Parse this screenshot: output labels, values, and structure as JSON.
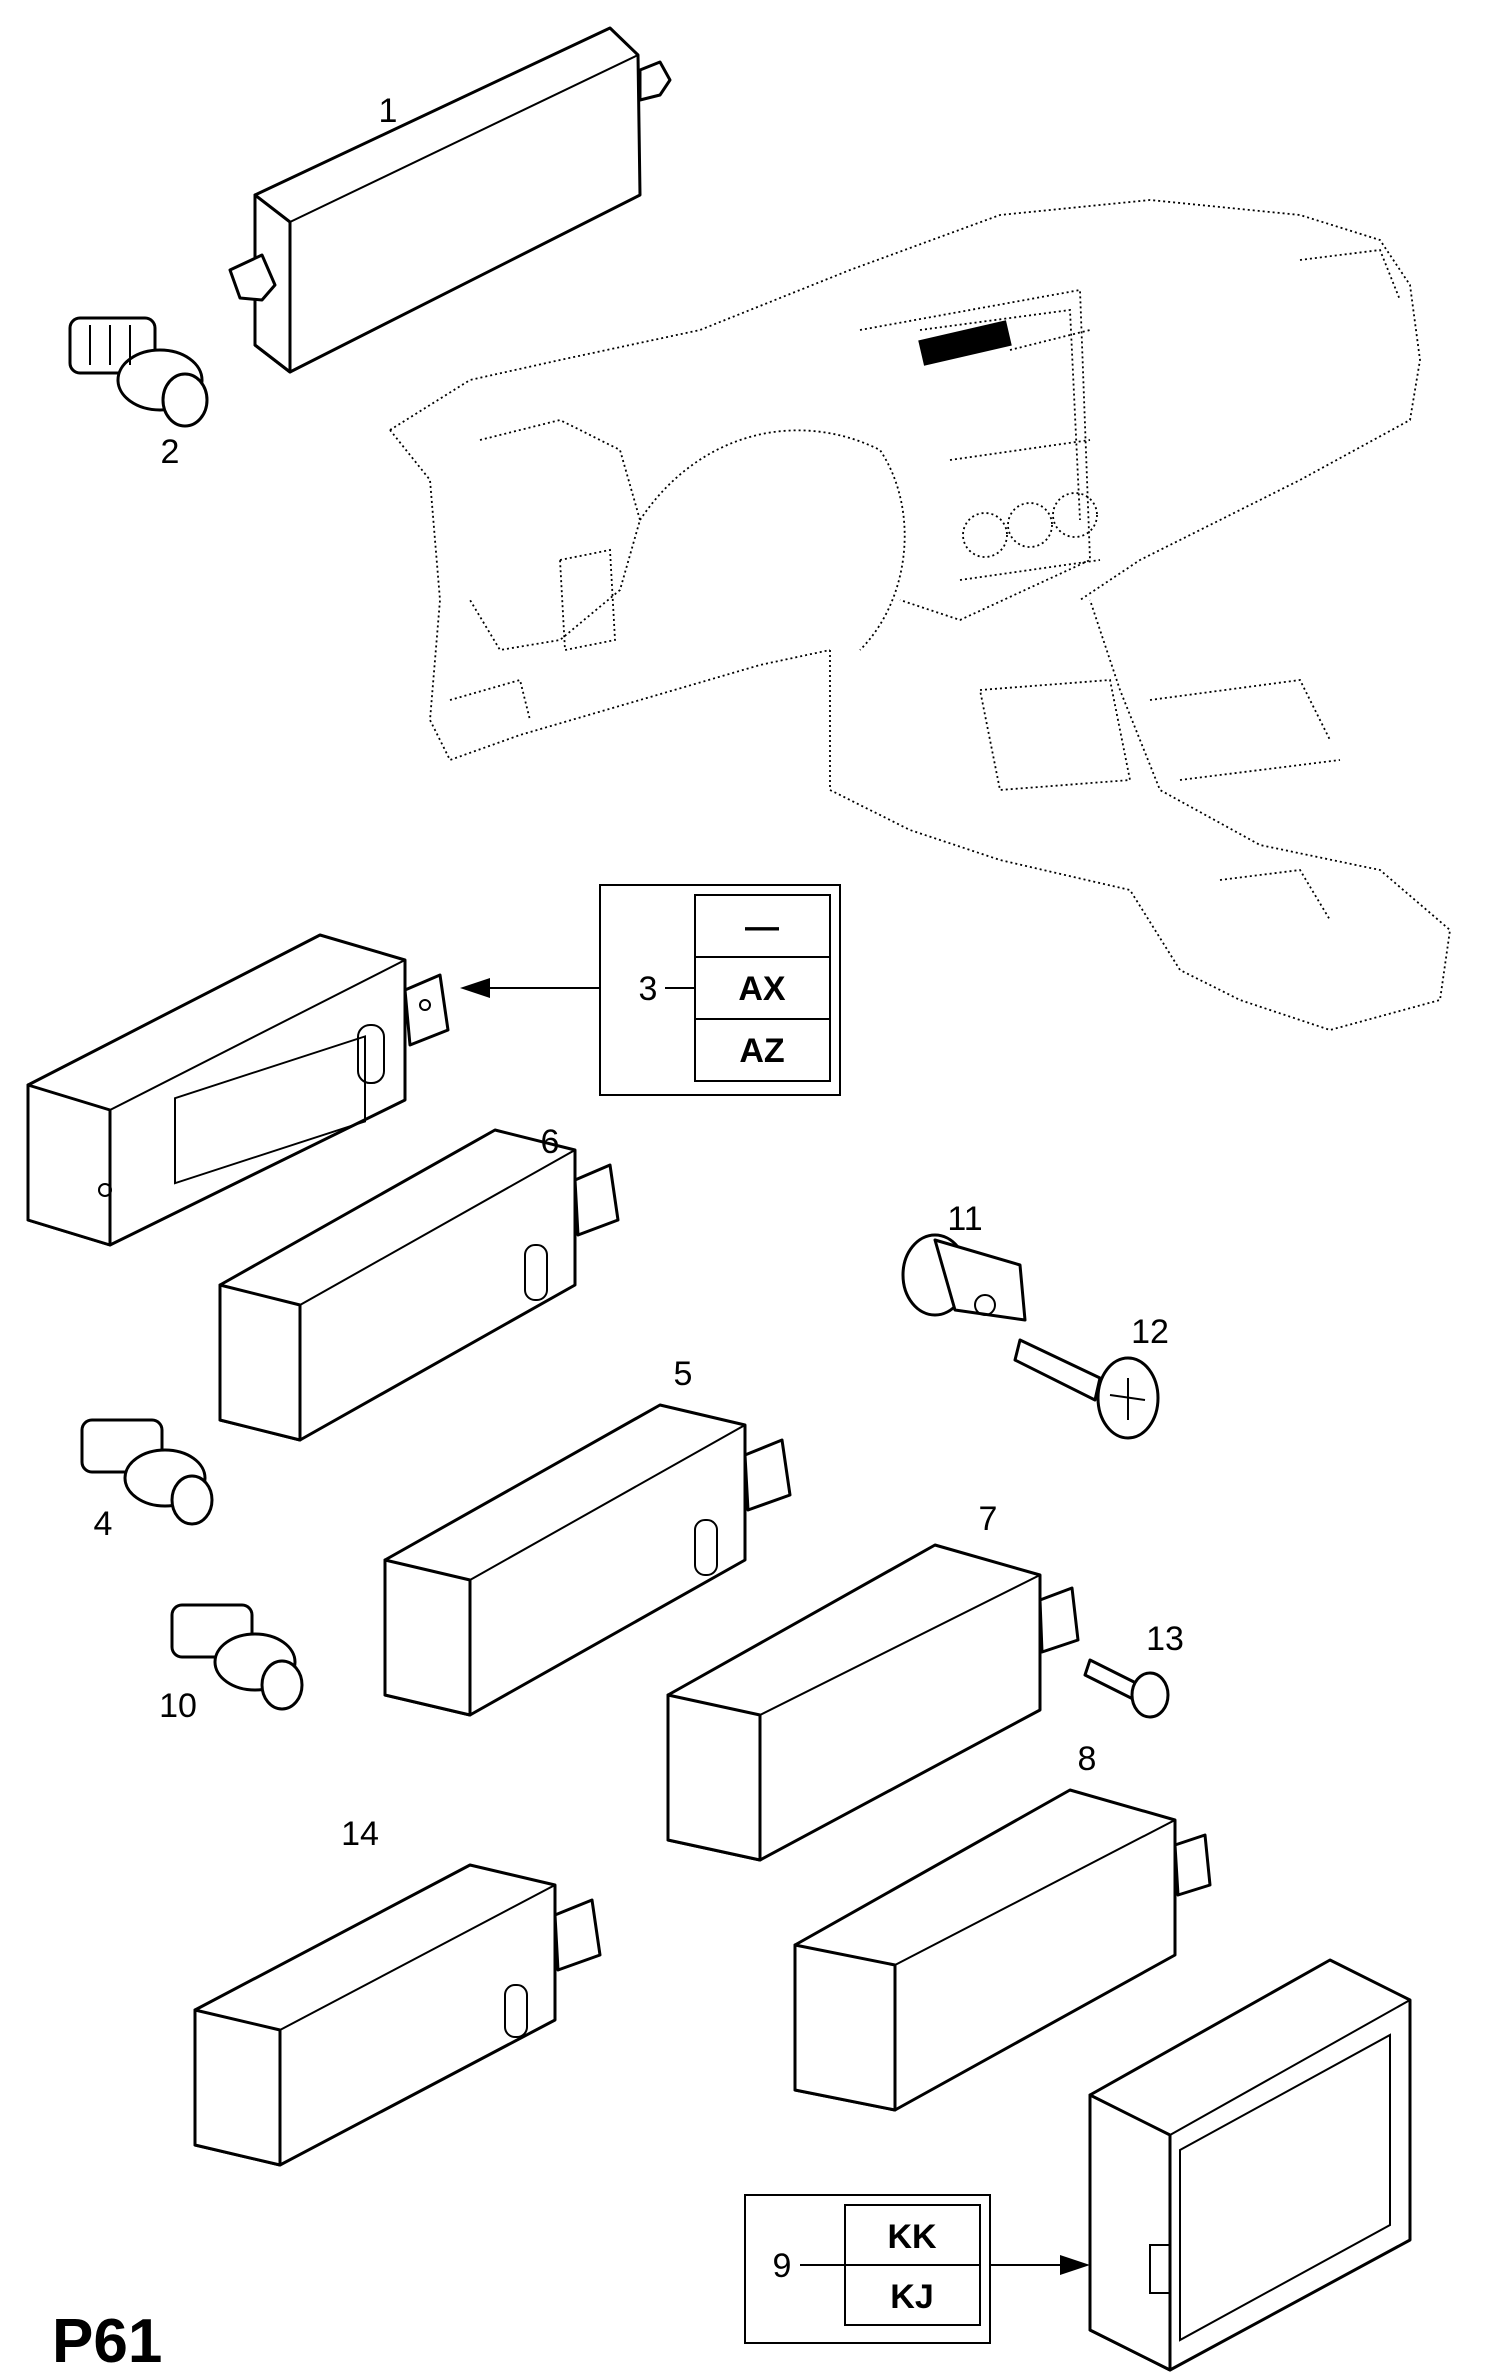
{
  "page_label": "P61",
  "callouts": {
    "c1": "1",
    "c2": "2",
    "c3": "3",
    "c4": "4",
    "c5": "5",
    "c6": "6",
    "c7": "7",
    "c8": "8",
    "c9": "9",
    "c10": "10",
    "c11": "11",
    "c12": "12",
    "c13": "13",
    "c14": "14"
  },
  "variant_box_3": {
    "rows": [
      "—",
      "AX",
      "AZ"
    ]
  },
  "variant_box_9": {
    "rows": [
      "KK",
      "KJ"
    ]
  }
}
